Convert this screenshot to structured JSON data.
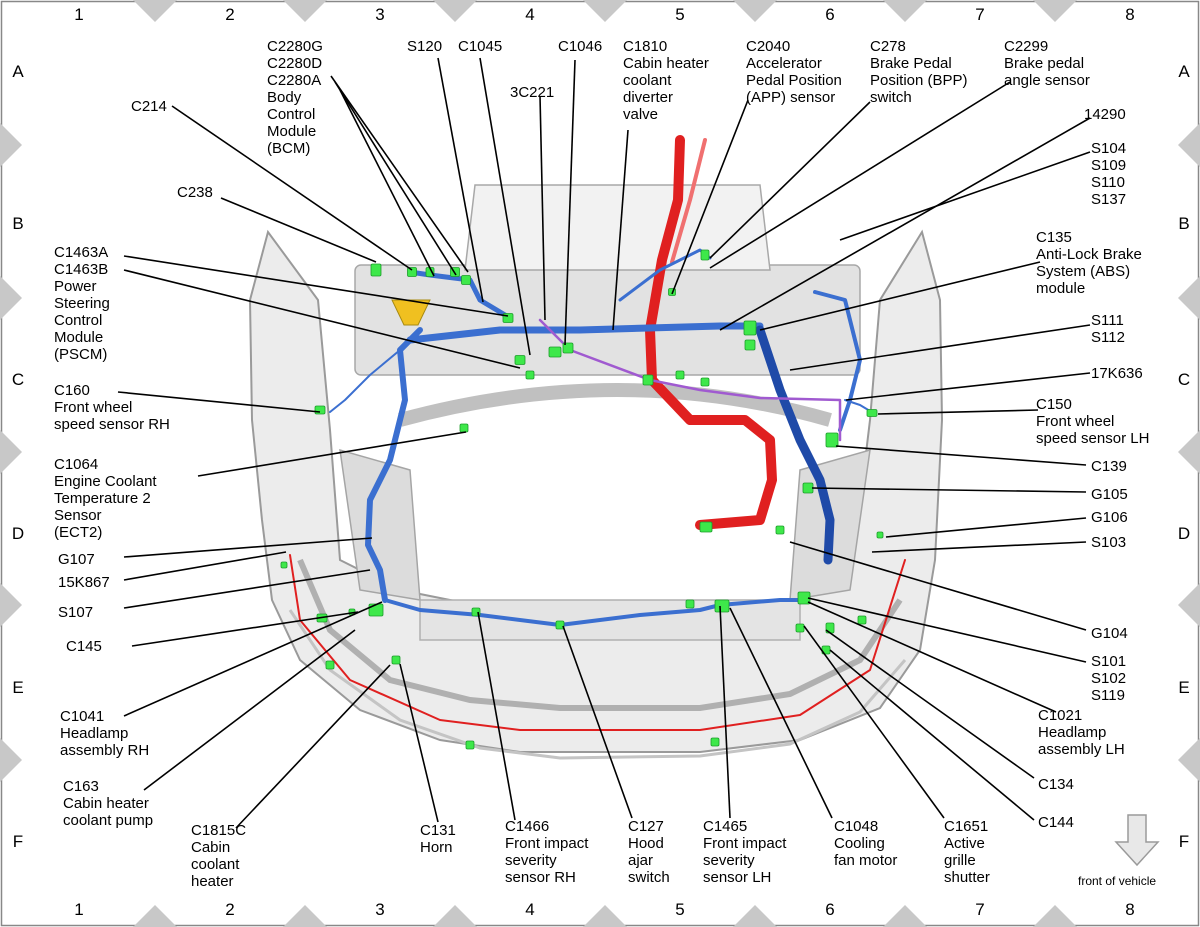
{
  "grid": {
    "columns": [
      "1",
      "2",
      "3",
      "4",
      "5",
      "6",
      "7",
      "8"
    ],
    "rows": [
      "A",
      "B",
      "C",
      "D",
      "E",
      "F"
    ]
  },
  "legend": {
    "front_of_vehicle": "front of vehicle"
  },
  "colors": {
    "harness_blue": "#3b6fd0",
    "harness_dark_blue": "#1f4aa8",
    "coolant_red": "#e02020",
    "wire_purple": "#a05ad0",
    "connector_green": "#3ee84a",
    "frame_gray": "#bdbdbd"
  },
  "labels": [
    {
      "id": "c2280",
      "text": "C2280G\nC2280D\nC2280A\nBody\nControl\nModule\n(BCM)"
    },
    {
      "id": "s120",
      "text": "S120"
    },
    {
      "id": "c1045",
      "text": "C1045"
    },
    {
      "id": "c1046",
      "text": "C1046"
    },
    {
      "id": "c1810",
      "text": "C1810\nCabin heater\ncoolant\ndiverter\nvalve"
    },
    {
      "id": "c2040",
      "text": "C2040\nAccelerator\nPedal Position\n(APP) sensor"
    },
    {
      "id": "c278",
      "text": "C278\nBrake Pedal\nPosition (BPP)\nswitch"
    },
    {
      "id": "c2299",
      "text": "C2299\nBrake pedal\nangle sensor"
    },
    {
      "id": "3c221",
      "text": "3C221"
    },
    {
      "id": "c214",
      "text": "C214"
    },
    {
      "id": "14290",
      "text": "14290"
    },
    {
      "id": "s104",
      "text": "S104\nS109\nS110\nS137"
    },
    {
      "id": "c238",
      "text": "C238"
    },
    {
      "id": "c135",
      "text": "C135\nAnti-Lock Brake\nSystem (ABS)\nmodule"
    },
    {
      "id": "c1463",
      "text": "C1463A\nC1463B\nPower\nSteering\nControl\nModule\n(PSCM)"
    },
    {
      "id": "s111",
      "text": "S111\nS112"
    },
    {
      "id": "17k636",
      "text": "17K636"
    },
    {
      "id": "c160",
      "text": "C160\nFront wheel\nspeed sensor RH"
    },
    {
      "id": "c150",
      "text": "C150\nFront wheel\nspeed sensor LH"
    },
    {
      "id": "c1064",
      "text": "C1064\nEngine Coolant\nTemperature 2\nSensor\n(ECT2)"
    },
    {
      "id": "c139",
      "text": "C139"
    },
    {
      "id": "g105",
      "text": "G105"
    },
    {
      "id": "g106",
      "text": "G106"
    },
    {
      "id": "s103",
      "text": "S103"
    },
    {
      "id": "g107",
      "text": "G107"
    },
    {
      "id": "15k867",
      "text": "15K867"
    },
    {
      "id": "s107",
      "text": "S107"
    },
    {
      "id": "c145",
      "text": "C145"
    },
    {
      "id": "g104",
      "text": "G104"
    },
    {
      "id": "s101",
      "text": "S101\nS102\nS119"
    },
    {
      "id": "c1041",
      "text": "C1041\nHeadlamp\nassembly RH"
    },
    {
      "id": "c1021",
      "text": "C1021\nHeadlamp\nassembly LH"
    },
    {
      "id": "c163",
      "text": "C163\nCabin heater\ncoolant pump"
    },
    {
      "id": "c134",
      "text": "C134"
    },
    {
      "id": "c144",
      "text": "C144"
    },
    {
      "id": "c1815c",
      "text": "C1815C\nCabin\ncoolant\nheater"
    },
    {
      "id": "c131",
      "text": "C131\nHorn"
    },
    {
      "id": "c1466",
      "text": "C1466\nFront impact\nseverity\nsensor RH"
    },
    {
      "id": "c127",
      "text": "C127\nHood\najar\nswitch"
    },
    {
      "id": "c1465",
      "text": "C1465\nFront impact\nseverity\nsensor LH"
    },
    {
      "id": "c1048",
      "text": "C1048\nCooling\nfan motor"
    },
    {
      "id": "c1651",
      "text": "C1651\nActive\ngrille\nshutter"
    }
  ]
}
